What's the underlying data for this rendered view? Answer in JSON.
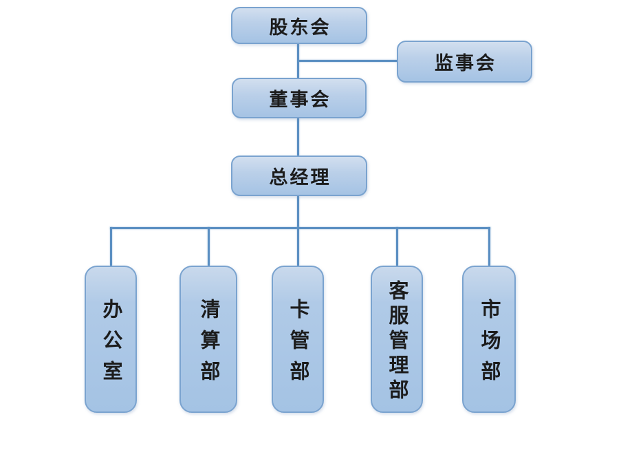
{
  "diagram": {
    "type": "org-chart",
    "colors": {
      "background": "#ffffff",
      "box_fill_top": "#d2dfef",
      "box_fill_bottom": "#a5c3e4",
      "box_border": "#7aa3cf",
      "connector": "#5b8fc2",
      "text": "#1c1c1c"
    },
    "nodes": {
      "shareholders": {
        "label": "股东会"
      },
      "supervisors": {
        "label": "监事会"
      },
      "board": {
        "label": "董事会"
      },
      "general_manager": {
        "label": "总经理"
      },
      "departments": [
        {
          "id": "office",
          "label": "办公室"
        },
        {
          "id": "clearing",
          "label": "清算部"
        },
        {
          "id": "card-management",
          "label": "卡管部"
        },
        {
          "id": "customer-service-management",
          "label": "客服管理部"
        },
        {
          "id": "marketing",
          "label": "市场部"
        }
      ]
    },
    "edges": [
      {
        "from": "股东会",
        "to": "董事会"
      },
      {
        "from": "股东会-董事会连线",
        "to": "监事会",
        "style": "branch-right"
      },
      {
        "from": "董事会",
        "to": "总经理"
      },
      {
        "from": "总经理",
        "to": "办公室"
      },
      {
        "from": "总经理",
        "to": "清算部"
      },
      {
        "from": "总经理",
        "to": "卡管部"
      },
      {
        "from": "总经理",
        "to": "客服管理部"
      },
      {
        "from": "总经理",
        "to": "市场部"
      }
    ]
  }
}
